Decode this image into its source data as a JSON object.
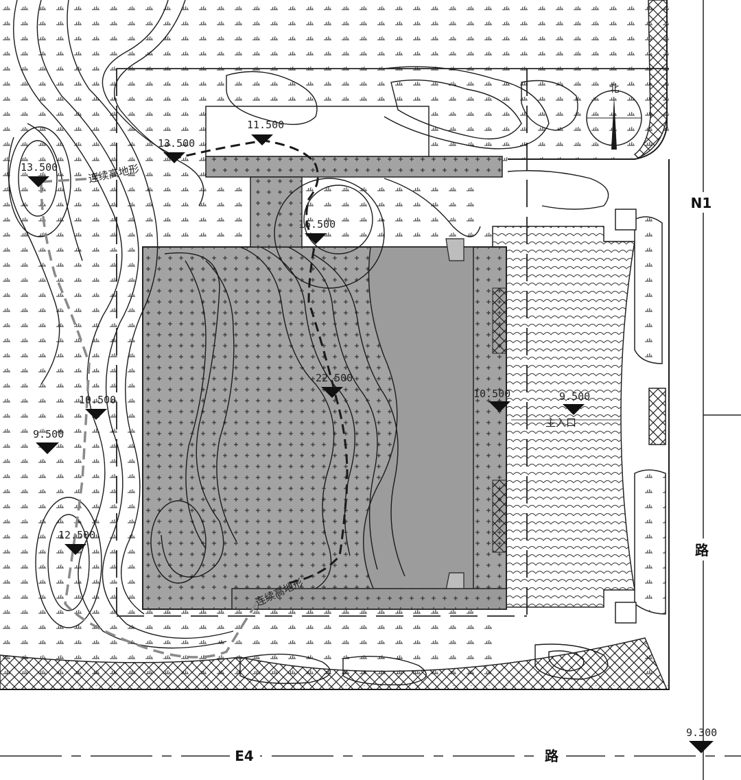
{
  "map": {
    "road_label_east": "N1",
    "road_label_east_suffix": "路",
    "road_label_south": "E4",
    "road_label_south_suffix": "路",
    "north_label": "北",
    "entrance_label": "主入口",
    "ridge_label_top": "连续高地形",
    "ridge_label_bottom": "连续高地形"
  },
  "elevations": {
    "e1": "13.500",
    "e2": "13.500",
    "e3": "11.500",
    "e4": "16.500",
    "e5": "22.500",
    "e6": "10.500",
    "e7": "9.500",
    "e8": "10.500",
    "e9": "9.500",
    "e10": "12.500",
    "e11": "9.300"
  },
  "colors": {
    "building_fill": "#a3a3a3",
    "roof_fill": "#9c9c9c",
    "line": "#1a1a1a",
    "path_gray": "#8a8a8a"
  }
}
